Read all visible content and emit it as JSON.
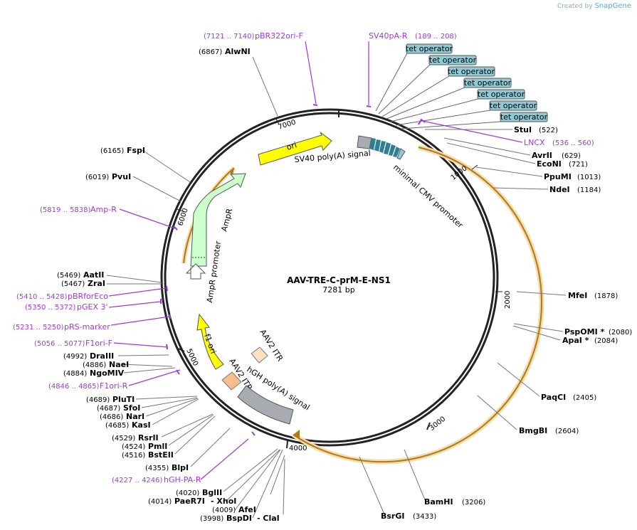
{
  "brand": {
    "prefix": "Created by",
    "name": "SnapGene"
  },
  "plasmid": {
    "name": "AAV-TRE-C-prM-E-NS1",
    "length_label": "7281 bp"
  },
  "ticks": [
    "1000",
    "2000",
    "3000",
    "4000",
    "5000",
    "6000",
    "7000"
  ],
  "tet_operators": [
    "tet operator",
    "tet operator",
    "tet operator",
    "tet operator",
    "tet operator",
    "tet operator",
    "tet operator"
  ],
  "features": {
    "sv40_polya": "SV40 poly(A) signal",
    "min_cmv": "minimal CMV promoter",
    "ori": "ori",
    "ampr": "AmpR",
    "ampr_promoter": "AmpR promoter",
    "f1_ori": "f1 ori",
    "aav2_itr_a": "AAV2 ITR",
    "aav2_itr_b": "AAV2 ITR",
    "hgh_polya": "hGH poly(A) signal"
  },
  "primers": [
    {
      "name": "pBR322ori-F",
      "pos": "(7121 .. 7140)"
    },
    {
      "name": "SV40pA-R",
      "pos": "(189 .. 208)"
    },
    {
      "name": "LNCX",
      "pos": "(536 .. 560)"
    },
    {
      "name": "Amp-R",
      "pos": "(5819 .. 5838)"
    },
    {
      "name": "pBRforEco",
      "pos": "(5410 .. 5428)"
    },
    {
      "name": "pGEX 3'",
      "pos": "(5350 .. 5372)"
    },
    {
      "name": "pRS-marker",
      "pos": "(5231 .. 5250)"
    },
    {
      "name": "F1ori-F",
      "pos": "(5056 .. 5077)"
    },
    {
      "name": "F1ori-R",
      "pos": "(4846 .. 4865)"
    },
    {
      "name": "hGH-PA-R",
      "pos": "(4227 .. 4246)"
    }
  ],
  "enzymes_right": [
    {
      "name": "StuI",
      "pos": "(522)"
    },
    {
      "name": "AvrII",
      "pos": "(629)"
    },
    {
      "name": "EcoNI",
      "pos": "(721)"
    },
    {
      "name": "PpuMI",
      "pos": "(1013)"
    },
    {
      "name": "NdeI",
      "pos": "(1184)"
    },
    {
      "name": "MfeI",
      "pos": "(1878)"
    },
    {
      "name": "PspOMI *",
      "pos": "(2080)"
    },
    {
      "name": "ApaI *",
      "pos": "(2084)"
    },
    {
      "name": "PaqCI",
      "pos": "(2405)"
    },
    {
      "name": "BmgBI",
      "pos": "(2604)"
    },
    {
      "name": "BamHI",
      "pos": "(3206)"
    },
    {
      "name": "BsrGI",
      "pos": "(3433)"
    }
  ],
  "enzymes_left": [
    {
      "name": "AlwNI",
      "pos": "(6867)"
    },
    {
      "name": "FspI",
      "pos": "(6165)"
    },
    {
      "name": "PvuI",
      "pos": "(6019)"
    },
    {
      "name": "AatII",
      "pos": "(5469)"
    },
    {
      "name": "ZraI",
      "pos": "(5467)"
    },
    {
      "name": "DraIII",
      "pos": "(4992)"
    },
    {
      "name": "NaeI",
      "pos": "(4886)"
    },
    {
      "name": "NgoMIV",
      "pos": "(4884)"
    },
    {
      "name": "PluTI",
      "pos": "(4689)"
    },
    {
      "name": "SfoI",
      "pos": "(4687)"
    },
    {
      "name": "NarI",
      "pos": "(4686)"
    },
    {
      "name": "KasI",
      "pos": "(4685)"
    },
    {
      "name": "RsrII",
      "pos": "(4529)"
    },
    {
      "name": "PmlI",
      "pos": "(4524)"
    },
    {
      "name": "BstEII",
      "pos": "(4516)"
    },
    {
      "name": "BlpI",
      "pos": "(4355)"
    },
    {
      "name": "BglII",
      "pos": "(4020)"
    },
    {
      "name": "PaeR7I",
      "pos": "(4014)",
      "extra": "- XhoI"
    },
    {
      "name": "AfeI",
      "pos": "(4009)"
    },
    {
      "name": "BspDI",
      "pos": "(3998)",
      "extra": "- ClaI"
    }
  ],
  "colors": {
    "ring": "#222222",
    "primer": "#a03ad0",
    "orf_arrow": "#e0a020",
    "ori": "#ffff00",
    "ampr": "#ccffcc",
    "itr": "#ffd9b0",
    "polya": "#a8acb0",
    "tet": "#8ecbd6"
  }
}
